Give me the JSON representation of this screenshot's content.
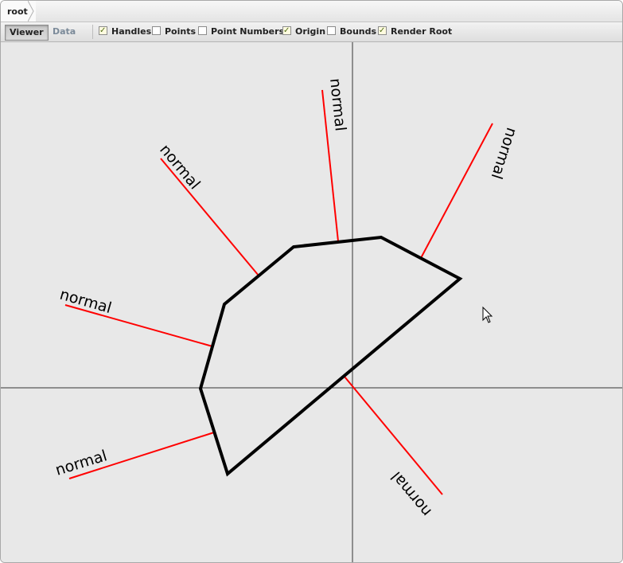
{
  "breadcrumb": {
    "root_label": "root"
  },
  "tabs": {
    "viewer": "Viewer",
    "data": "Data"
  },
  "options": [
    {
      "label": "Handles",
      "checked": true
    },
    {
      "label": "Points",
      "checked": false
    },
    {
      "label": "Point Numbers",
      "checked": false
    },
    {
      "label": "Origin",
      "checked": true
    },
    {
      "label": "Bounds",
      "checked": false
    },
    {
      "label": "Render Root",
      "checked": true
    }
  ],
  "normals": [
    {
      "label": "normal"
    },
    {
      "label": "normal"
    },
    {
      "label": "normal"
    },
    {
      "label": "normal"
    },
    {
      "label": "normal"
    },
    {
      "label": "normal"
    }
  ],
  "icons": {
    "cursor": "mouse-pointer-icon",
    "crumb_arrow": "chevron-right-icon"
  },
  "colors": {
    "polygon": "#000000",
    "normal_line": "#ff0000",
    "axis": "#333333",
    "background": "#e8e8e8"
  }
}
